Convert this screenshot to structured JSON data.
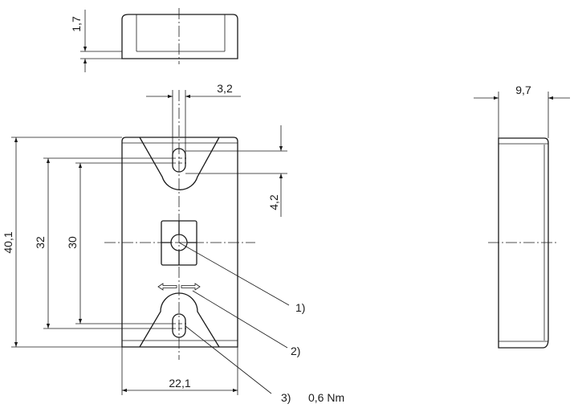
{
  "dimensions": {
    "height_top_view": "1,7",
    "slot_width": "3,2",
    "depth_side_view": "9,7",
    "slot_height": "4,2",
    "total_height": "40,1",
    "hole_spacing_outer": "32",
    "hole_spacing_inner": "30",
    "total_width": "22,1"
  },
  "callouts": {
    "c1": "1)",
    "c2": "2)",
    "c3": "3)",
    "torque": "0,6 Nm"
  }
}
